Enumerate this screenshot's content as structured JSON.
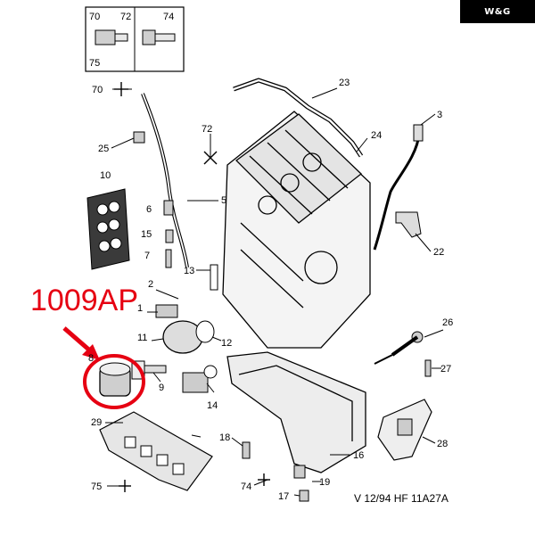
{
  "brand": {
    "text": "W&G"
  },
  "part_number": "1009AP",
  "reference": "V 12/94 HF 11A27A",
  "inset_labels": [
    "70",
    "72",
    "74",
    "75"
  ],
  "callouts": [
    "70",
    "25",
    "10",
    "6",
    "15",
    "7",
    "72",
    "5",
    "23",
    "24",
    "3",
    "22",
    "13",
    "2",
    "1",
    "11",
    "12",
    "8",
    "9",
    "14",
    "26",
    "27",
    "29",
    "18",
    "16",
    "28",
    "75",
    "74",
    "17",
    "19"
  ],
  "colors": {
    "highlight": "#e60012",
    "line": "#000000",
    "shade": "#d9d9d9"
  }
}
